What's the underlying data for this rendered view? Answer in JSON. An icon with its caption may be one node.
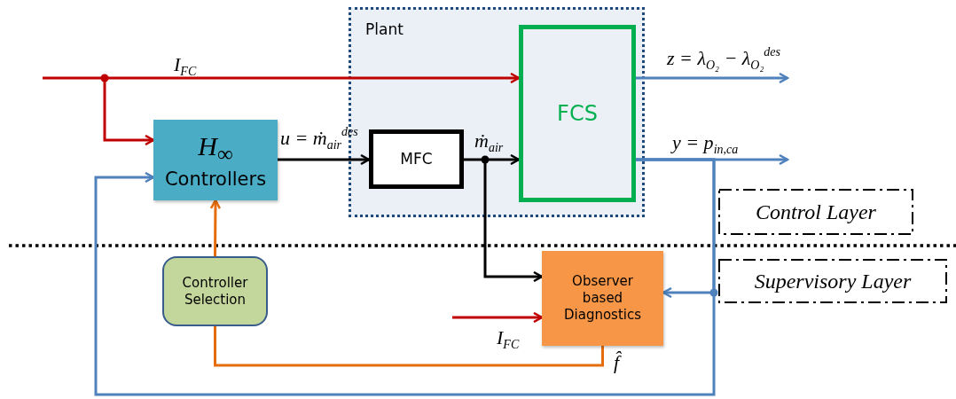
{
  "diagram": {
    "nodes": [
      {
        "text": [
          "Plant"
        ]
      },
      {
        "text": [
          "FCS"
        ],
        "in": 0
      },
      {
        "text": [
          "MFC"
        ],
        "in": 0
      },
      {
        "text": [
          "H$_{∞}$",
          "Controllers"
        ]
      },
      {
        "text": [
          "Controller Selection"
        ]
      },
      {
        "text": [
          "Observer based Diagnostics"
        ]
      },
      {
        "text": [
          "Control Layer"
        ]
      },
      {
        "text": [
          "Supervisory Layer"
        ]
      }
    ],
    "edges": [
      {
        "from": null,
        "to": 1,
        "arrow": "to",
        "label": "I$_{FC}$",
        "color": "#c00000"
      },
      {
        "from": null,
        "to": 3,
        "arrow": "to",
        "color": "#c00000"
      },
      {
        "from": 3,
        "to": 2,
        "arrow": "to",
        "label": "u = ṁ$_{air}$$^{des}$",
        "color": "#000000"
      },
      {
        "from": 2,
        "to": 1,
        "arrow": "to",
        "label": "ṁ$_{air}$",
        "color": "#000000"
      },
      {
        "from": 2,
        "to": 5,
        "arrow": "to",
        "color": "#000000"
      },
      {
        "from": 1,
        "to": null,
        "arrow": "to",
        "label": "z = λ$_{O₂}$ − λ$_{O₂}$$^{des}$",
        "color": "#4f81bd"
      },
      {
        "from": 1,
        "to": null,
        "arrow": "to",
        "label": "y = p$_{in,ca}$",
        "color": "#4f81bd"
      },
      {
        "from": 1,
        "to": 5,
        "arrow": "to",
        "color": "#4f81bd"
      },
      {
        "from": 1,
        "to": 3,
        "arrow": "to",
        "color": "#4f81bd"
      },
      {
        "from": null,
        "to": 5,
        "arrow": "to",
        "label": "I$_{FC}$",
        "color": "#c00000"
      },
      {
        "from": 5,
        "to": 4,
        "arrow": "none",
        "label": "f̂",
        "color": "#e46c0a"
      },
      {
        "from": 4,
        "to": 3,
        "arrow": "to",
        "color": "#e46c0a"
      }
    ]
  }
}
